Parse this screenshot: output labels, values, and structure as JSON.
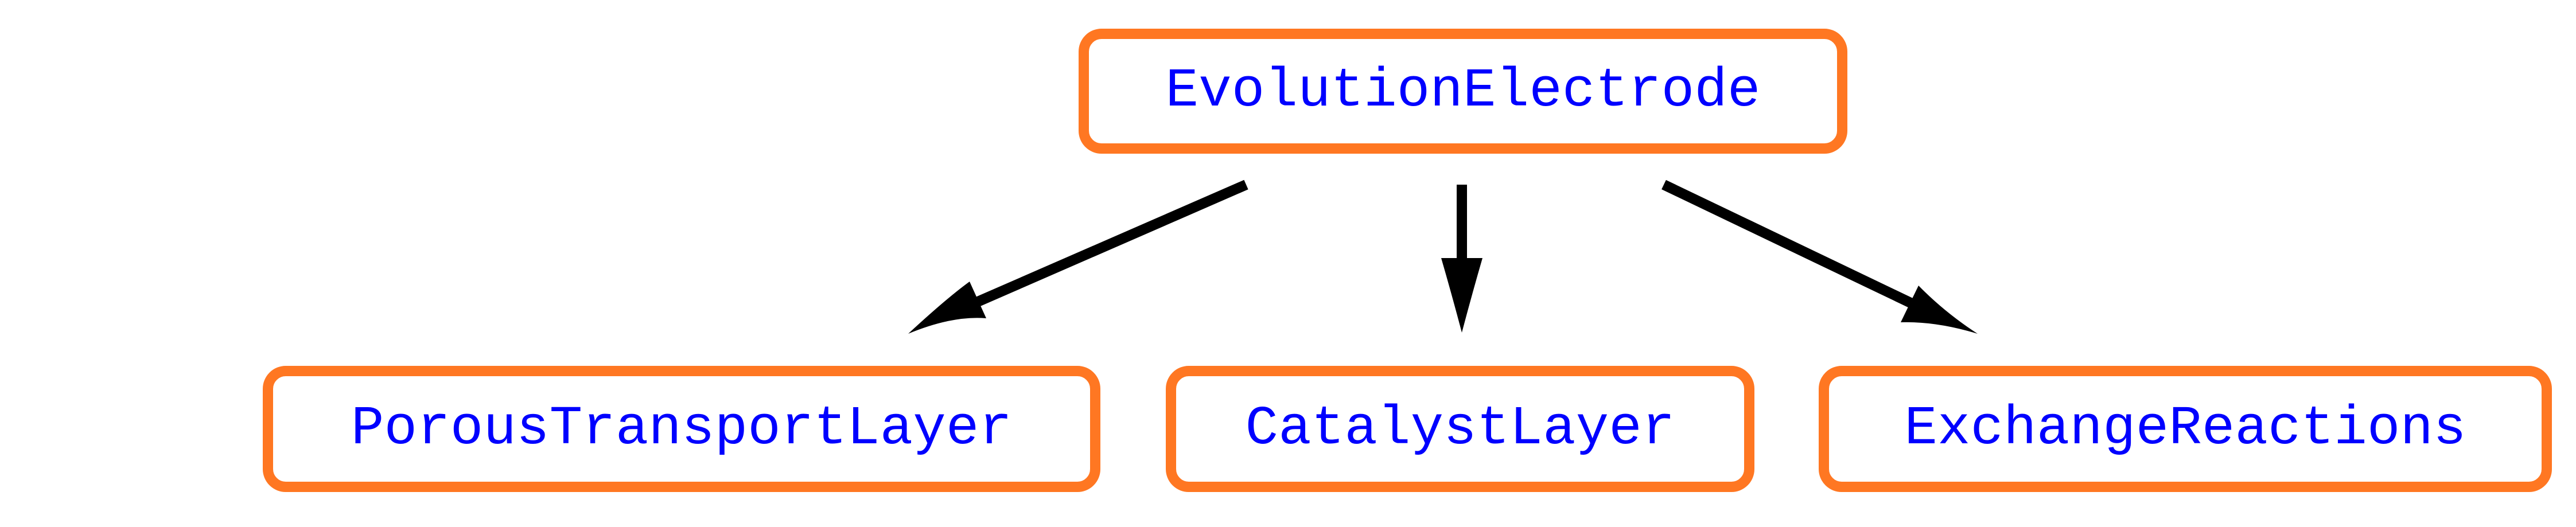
{
  "diagram": {
    "root": {
      "label": "EvolutionElectrode"
    },
    "children": [
      {
        "label": "PorousTransportLayer"
      },
      {
        "label": "CatalystLayer"
      },
      {
        "label": "ExchangeReactions"
      }
    ]
  },
  "colors": {
    "node_border": "#ff7722",
    "node_text": "#0000ff",
    "edge": "#000000",
    "background": "#ffffff"
  }
}
